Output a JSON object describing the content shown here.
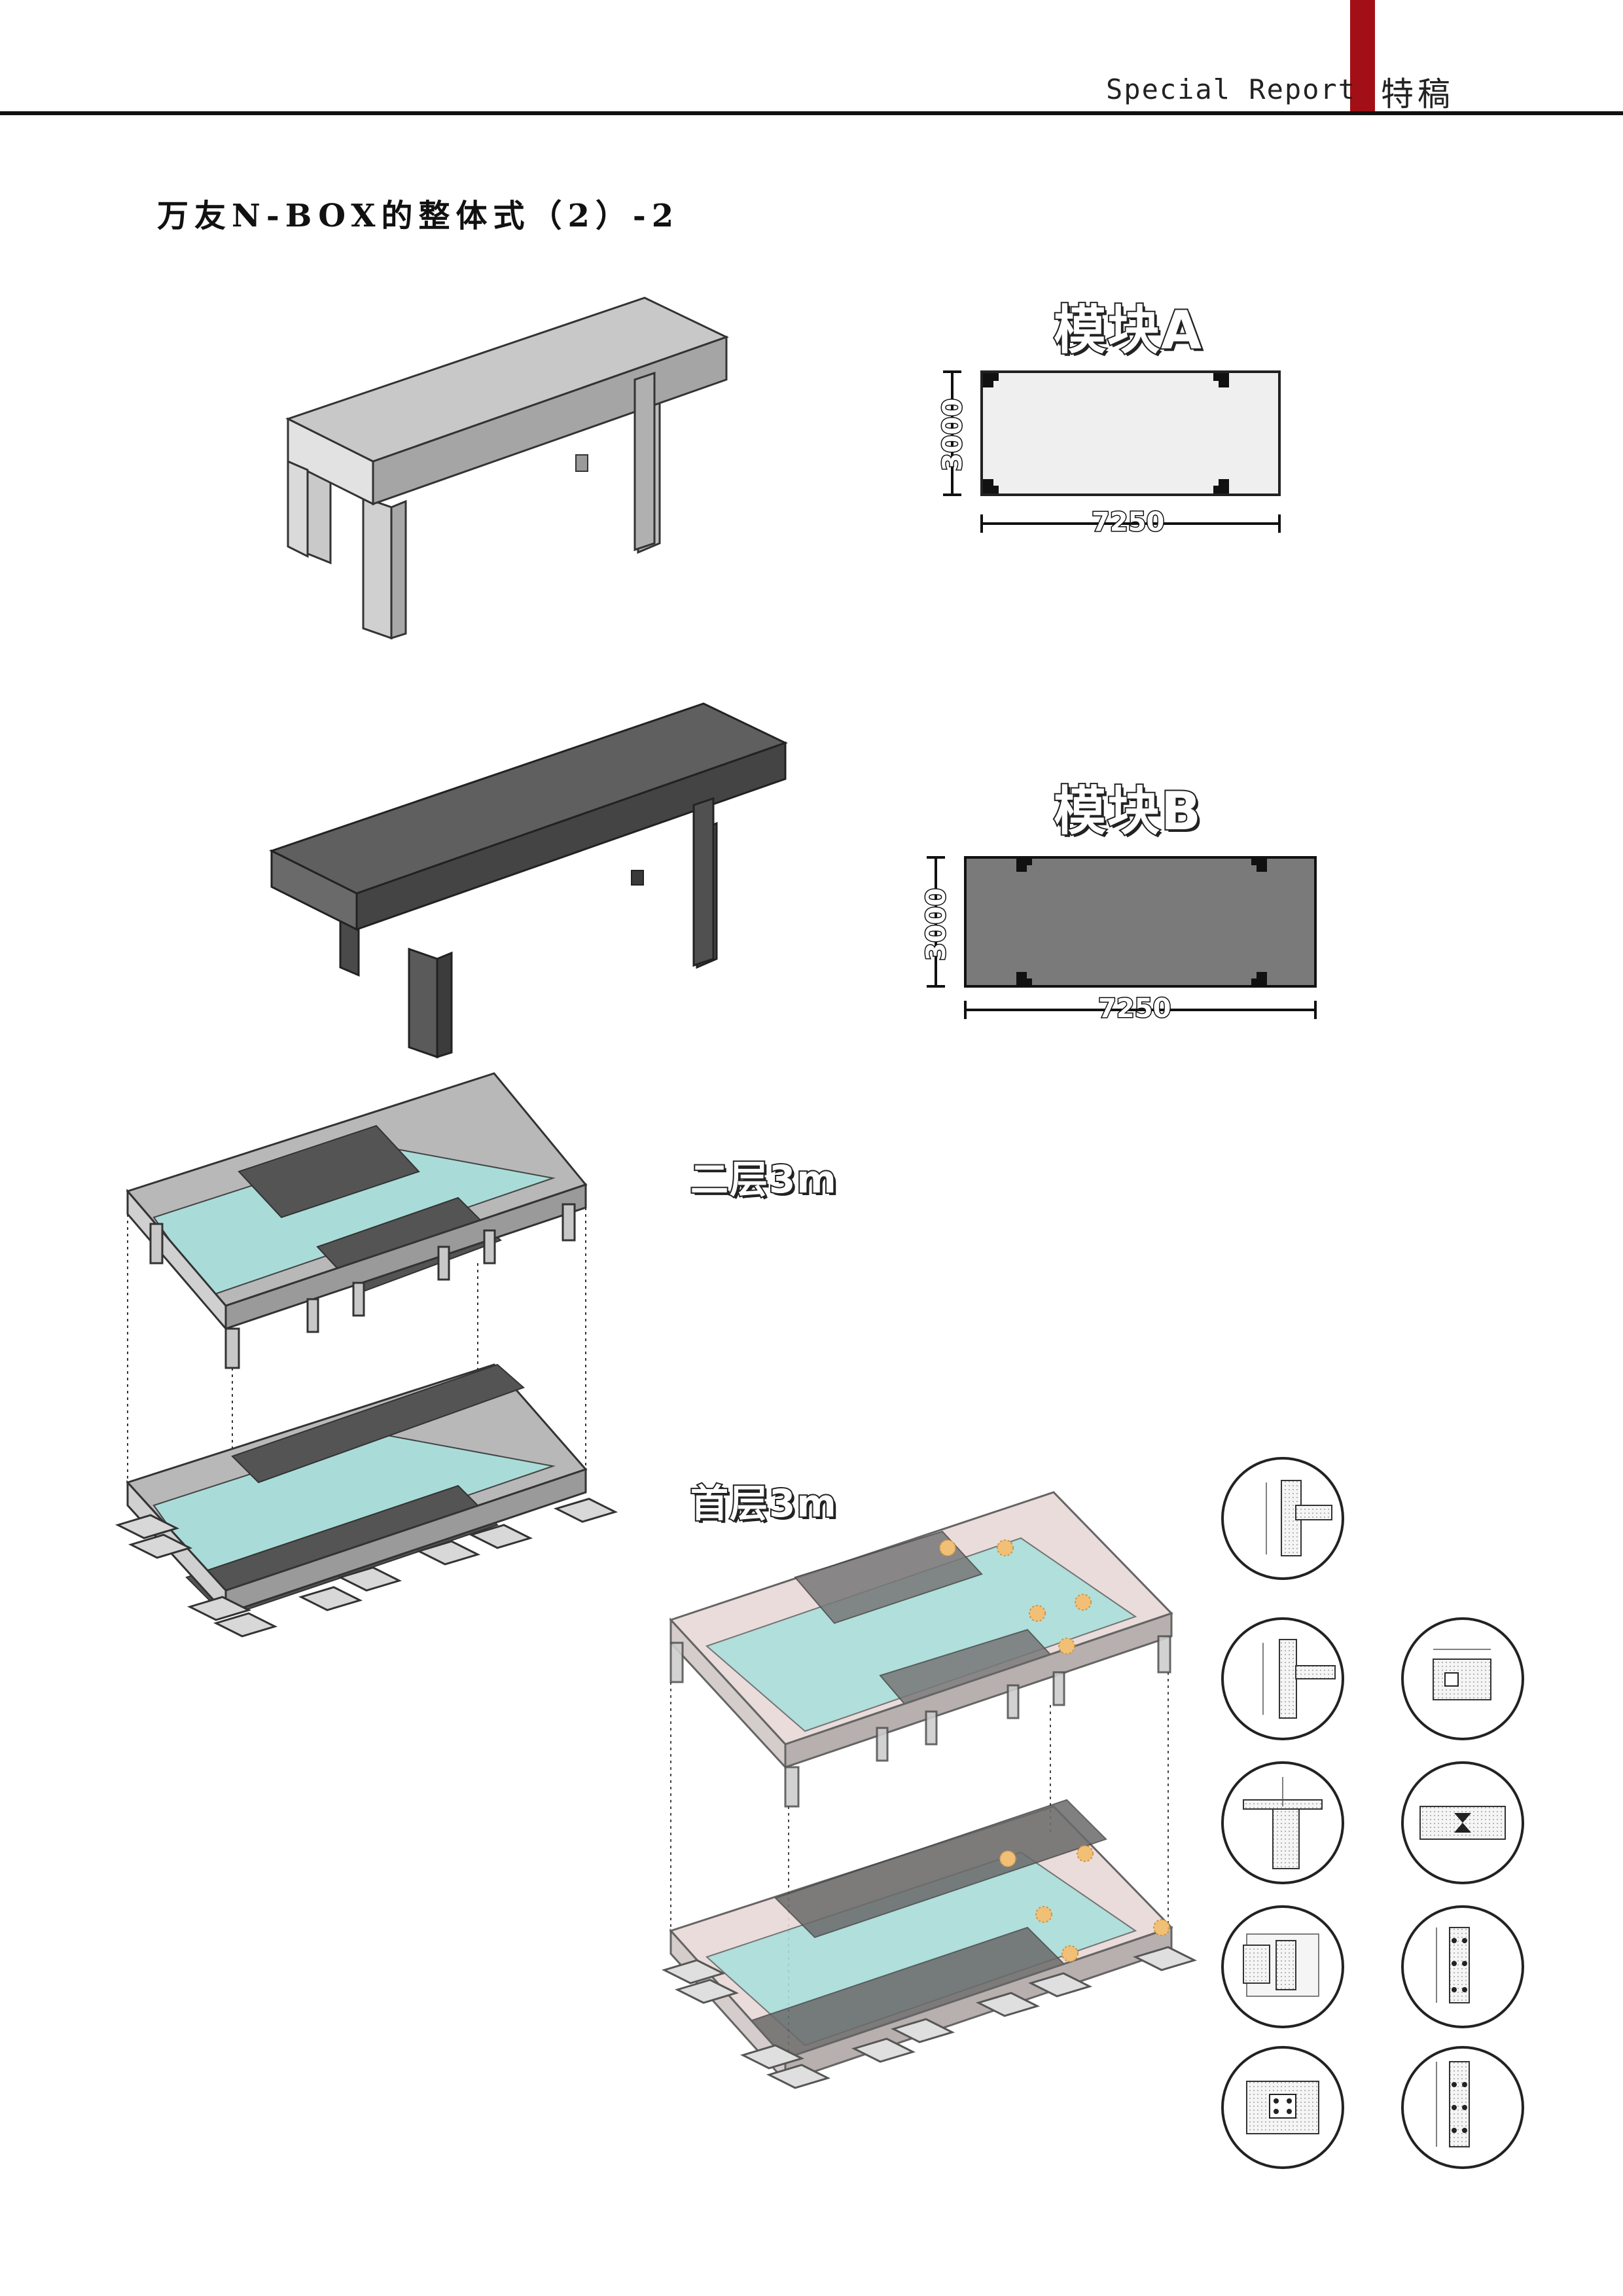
{
  "header": {
    "section_en": "Special Report",
    "section_cn": "特稿",
    "accent_color": "#a30f16"
  },
  "page_title": "万友N-BOX的整体式（2）-2",
  "module_a": {
    "title": "模块A",
    "width_label": "7250",
    "depth_label": "3000",
    "fill_color": "#eeeeee"
  },
  "module_b": {
    "title": "模块B",
    "width_label": "7250",
    "depth_label": "3000",
    "fill_color": "#7a7a7a"
  },
  "floors": {
    "second": "二层3m",
    "first": "首层3m"
  },
  "colors": {
    "light_module": "#b9b9b9",
    "dark_module": "#545454",
    "glass_slab": "#a9dcd8",
    "joint_marker": "#f0b968"
  },
  "detail_icons": [
    "column-joint-detail-icon",
    "beam-joint-detail-icon",
    "section-detail-icon",
    "slab-joint-detail-icon",
    "plan-detail-icon",
    "wall-joint-detail-icon",
    "column-section-detail-icon",
    "base-plate-detail-icon",
    "column-profile-detail-icon"
  ]
}
